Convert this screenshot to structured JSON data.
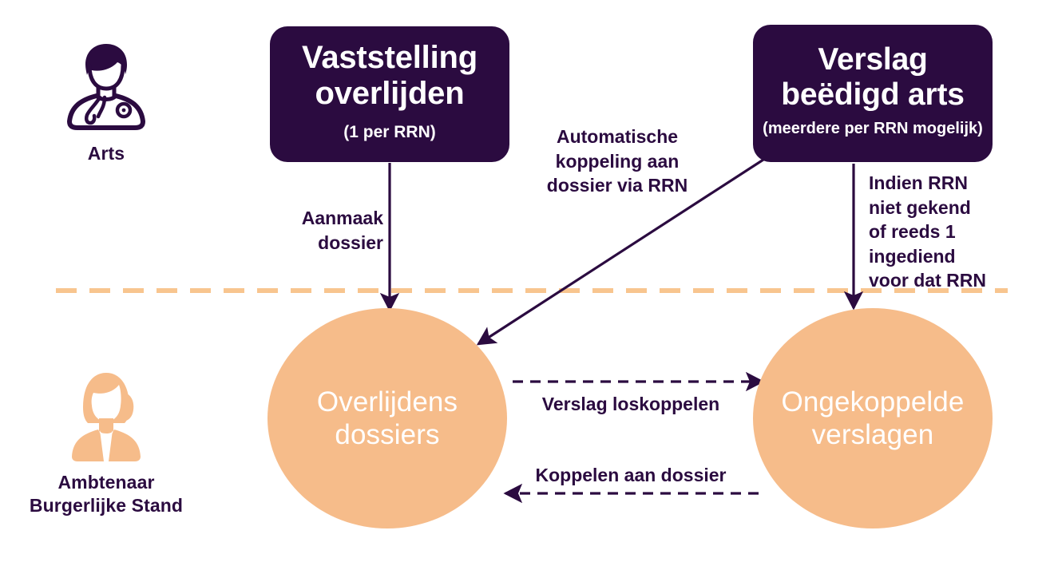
{
  "colors": {
    "dark_purple": "#2B0B40",
    "orange": "#F6BC8A",
    "divider_orange": "#F8C58F",
    "white": "#FFFFFF"
  },
  "actors": [
    {
      "id": "doctor",
      "icon": "doctor-icon",
      "caption": "Arts"
    },
    {
      "id": "officer",
      "icon": "civil-servant-icon",
      "caption_line1": "Ambtenaar",
      "caption_line2": "Burgerlijke Stand"
    }
  ],
  "boxes": [
    {
      "id": "vaststelling",
      "title_line1": "Vaststelling",
      "title_line2": "overlijden",
      "subtitle": "(1 per RRN)"
    },
    {
      "id": "verslag",
      "title_line1": "Verslag",
      "title_line2": "beëdigd arts",
      "subtitle": "(meerdere per RRN mogelijk)"
    }
  ],
  "circles": [
    {
      "id": "overlijdensdossiers",
      "label_line1": "Overlijdens",
      "label_line2": "dossiers"
    },
    {
      "id": "ongekoppelde-verslagen",
      "label_line1": "Ongekoppelde",
      "label_line2": "verslagen"
    }
  ],
  "edges": [
    {
      "id": "aanmaak-dossier",
      "label_line1": "Aanmaak",
      "label_line2": "dossier",
      "style": "solid-arrow"
    },
    {
      "id": "automatische-koppeling",
      "label_line1": "Automatische",
      "label_line2": "koppeling aan",
      "label_line3": "dossier via RRN",
      "style": "solid-arrow"
    },
    {
      "id": "indien-rrn",
      "label_line1": "Indien RRN",
      "label_line2": "niet gekend",
      "label_line3": "of reeds 1",
      "label_line4": "ingediend",
      "label_line5": "voor dat RRN",
      "style": "solid-arrow"
    },
    {
      "id": "verslag-loskoppelen",
      "label": "Verslag loskoppelen",
      "style": "dashed-arrow-right"
    },
    {
      "id": "koppelen-aan-dossier",
      "label": "Koppelen aan dossier",
      "style": "dashed-arrow-left"
    }
  ],
  "divider": {
    "id": "swimlane-divider",
    "style": "dashed",
    "color": "#F8C58F"
  }
}
